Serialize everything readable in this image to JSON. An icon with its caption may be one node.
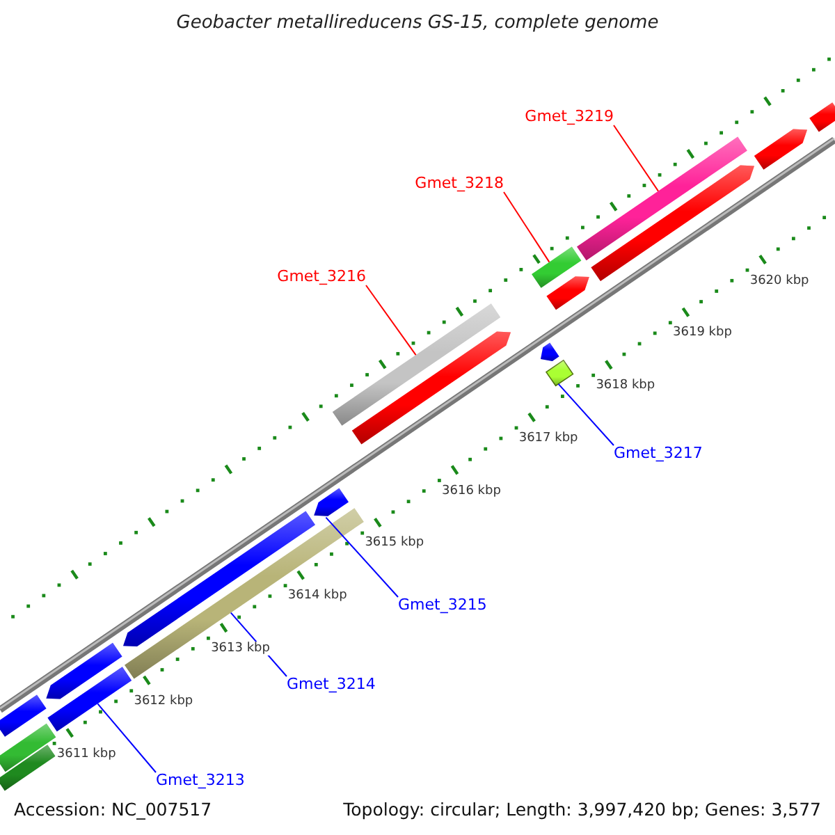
{
  "diagram": {
    "title": "Geobacter metallireducens GS-15, complete genome",
    "nodes": [
      {
        "text": [
          "Gmet_3219"
        ]
      },
      {
        "text": [],
        "shape": "bar"
      },
      {
        "text": [
          "Gmet_3218"
        ]
      },
      {
        "text": [],
        "shape": "bar"
      },
      {
        "text": [
          "Gmet_3216"
        ]
      },
      {
        "text": [],
        "shape": "bar"
      },
      {
        "text": [
          "Gmet_3217"
        ]
      },
      {
        "text": [],
        "shape": "box"
      },
      {
        "text": [
          "Gmet_3215"
        ]
      },
      {
        "text": [],
        "shape": "bar"
      },
      {
        "text": [
          "Gmet_3214"
        ]
      },
      {
        "text": [],
        "shape": "bar"
      },
      {
        "text": [
          "Gmet_3213"
        ]
      },
      {
        "text": [],
        "shape": "bar"
      }
    ],
    "edges": [
      {
        "from": 0,
        "to": 1,
        "arrow": "none",
        "color": "#ff0000"
      },
      {
        "from": 2,
        "to": 3,
        "arrow": "none",
        "color": "#ff0000"
      },
      {
        "from": 4,
        "to": 5,
        "arrow": "none",
        "color": "#ff0000"
      },
      {
        "from": 6,
        "to": 7,
        "arrow": "none"
      },
      {
        "from": 8,
        "to": 9,
        "arrow": "none"
      },
      {
        "from": 10,
        "to": 11,
        "arrow": "none"
      },
      {
        "from": 12,
        "to": 13,
        "arrow": "none"
      }
    ],
    "labels": [
      "3620 kbp",
      "3619 kbp",
      "3618 kbp",
      "3617 kbp",
      "3616 kbp",
      "3615 kbp",
      "3614 kbp",
      "3613 kbp",
      "3612 kbp",
      "3611 kbp",
      "Accession: NC_007517",
      "Topology: circular; Length: 3,997,420 bp; Genes: 3,577"
    ]
  }
}
